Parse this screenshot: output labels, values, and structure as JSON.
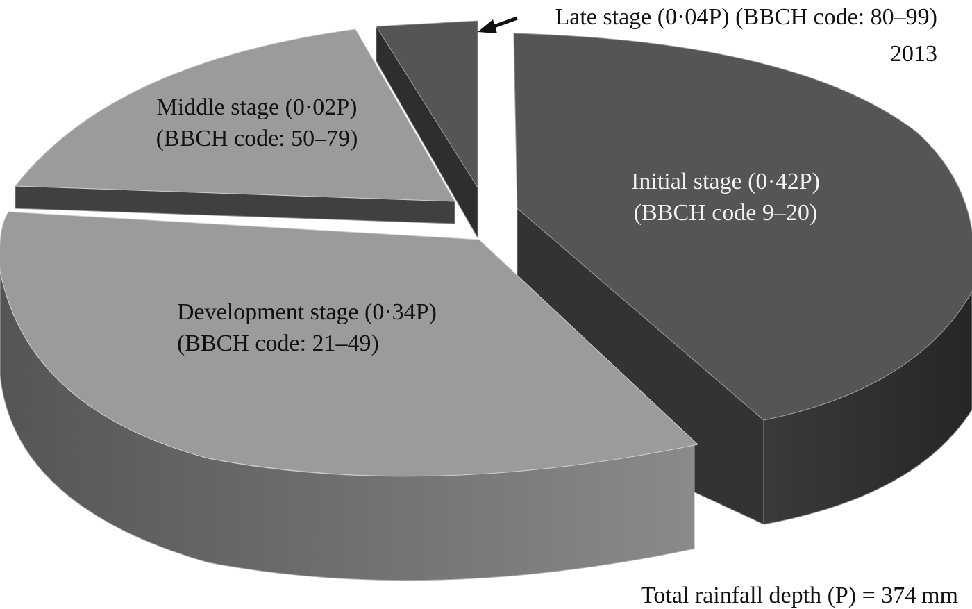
{
  "chart_data": {
    "type": "pie",
    "title": "2013",
    "footnote": "Total rainfall depth (P) = 374 mm",
    "slices": [
      {
        "name": "Initial stage",
        "value": 0.42,
        "line1": "Initial stage (0·42P)",
        "line2": "(BBCH code 9–20)",
        "color": "#555555",
        "side_color": "#333333"
      },
      {
        "name": "Development stage",
        "value": 0.34,
        "line1": "Development stage (0·34P)",
        "line2": "(BBCH code: 21–49)",
        "color": "#9b9b9b",
        "side_color": "#707070"
      },
      {
        "name": "Middle stage",
        "value": 0.02,
        "line1": "Middle stage (0·02P)",
        "line2": "(BBCH code: 50–79)",
        "color": "#9b9b9b",
        "side_color": "#404040"
      },
      {
        "name": "Late stage",
        "value": 0.04,
        "line1": "Late stage (0·04P) (BBCH code: 80–99)",
        "line2": "",
        "color": "#555555",
        "side_color": "#2e2e2e"
      }
    ]
  }
}
